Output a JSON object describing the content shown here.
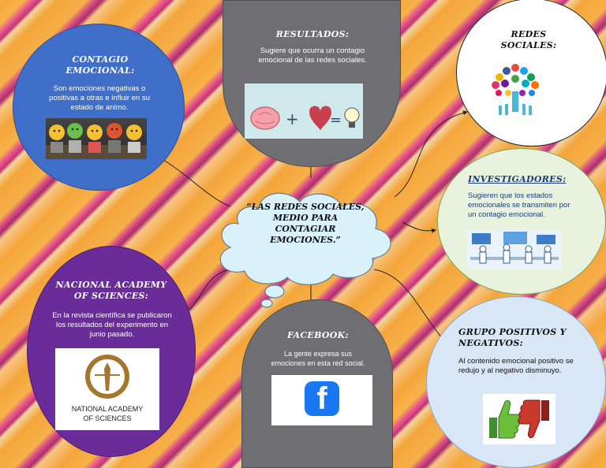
{
  "center": {
    "text": "“LAS REDES SOCIALES, MEDIO PARA CONTAGIAR EMOCIONES.”"
  },
  "nodes": {
    "contagio": {
      "title": "CONTAGIO EMOCIONAL:",
      "text": "Son emociones negativas o positivas a otras e influir en su estado de animo.",
      "color": "#3f6fc8"
    },
    "resultados": {
      "title": "RESULTADOS:",
      "text": "Sugiere que ocurra un contagio emocional de las redes sociales.",
      "color": "#6e6e73"
    },
    "redes": {
      "title": "REDES SOCIALES:",
      "color": "#ffffff"
    },
    "investigadores": {
      "title": "INVESTIGADORES:",
      "text": "Sugieren que los estados emocionales se transmiten por un contagio emocional.",
      "color": "#e9f2dc"
    },
    "nacional": {
      "title": "NACIONAL ACADEMY OF SCIENCES:",
      "text": "En la revista científica se publicaron los resultados del experimento en junio pasado.",
      "color": "#6a2c98"
    },
    "facebook": {
      "title": "FACEBOOK:",
      "text": "La gente expresa sus emociones en esta red social.",
      "color": "#6e6e73"
    },
    "grupo": {
      "title": "GRUPO POSITIVOS Y NEGATIVOS:",
      "text": "Al contenido emocional positivo se redujo y al negativo disminuyo.",
      "color": "#d9e6f5"
    }
  },
  "logos": {
    "nas_line1": "NATIONAL ACADEMY",
    "nas_line2": "OF SCIENCES",
    "facebook_letter": "f"
  },
  "icons": [
    "emoji-faces-image",
    "brain-plus-heart-equals-bulb-image",
    "social-tree-icon",
    "researchers-lab-image",
    "nas-logo",
    "facebook-logo",
    "thumbs-up-down-icon"
  ]
}
